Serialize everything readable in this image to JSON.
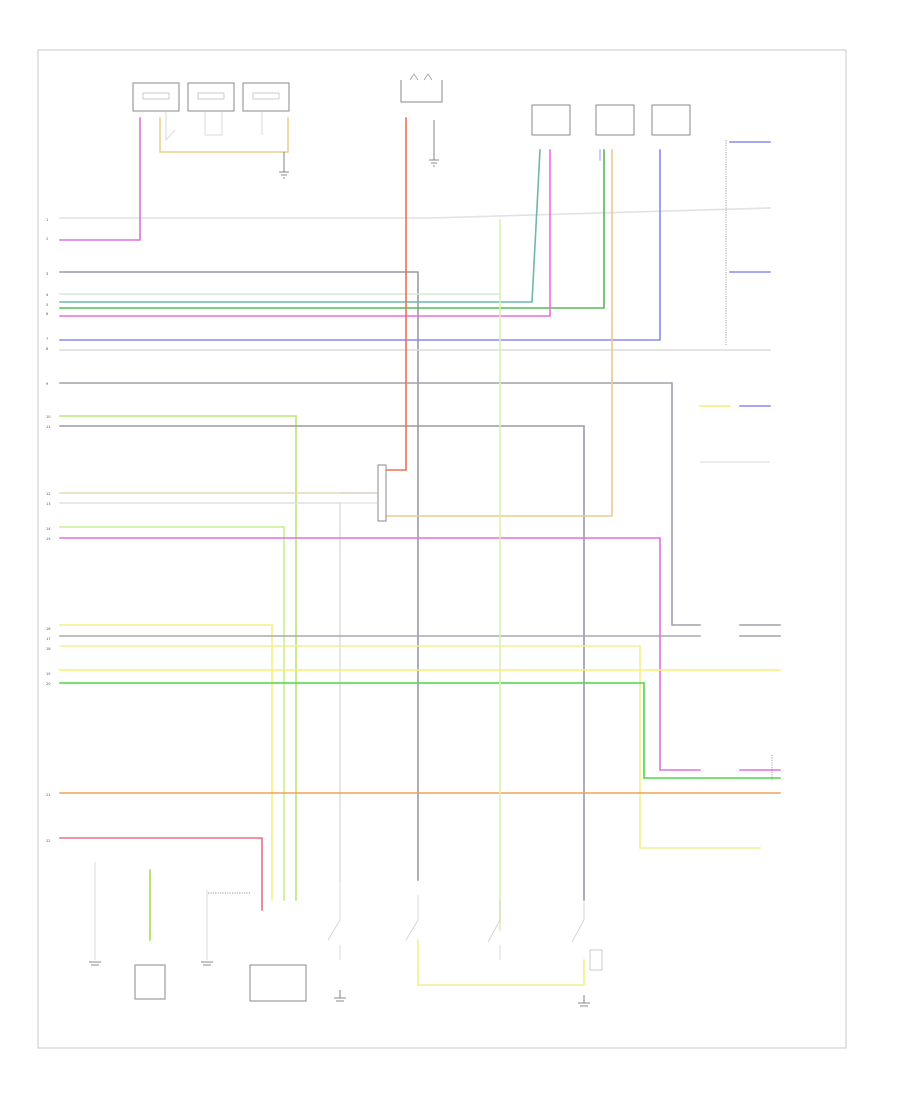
{
  "figure_code": "",
  "colors": {
    "violet": "#d873e0",
    "gray": "#9a9aa6",
    "dark_gray": "#8a8a95",
    "teal": "#6fb7a8",
    "green": "#58c258",
    "light_green": "#a8e05a",
    "pink": "#f06adf",
    "blue": "#8a8af0",
    "red": "#f07050",
    "orange": "#f4a050",
    "tan": "#f0c890",
    "yellow": "#f0f070",
    "red_pink": "#e07080",
    "light_gray": "#dcdcdc"
  },
  "components": {
    "top_left_modules": [
      {
        "id": "module-1",
        "label": ""
      },
      {
        "id": "module-2",
        "label": ""
      },
      {
        "id": "module-3",
        "label": ""
      }
    ],
    "top_center_module": {
      "label": ""
    },
    "top_right_modules": [
      {
        "id": "tr-module-1",
        "label": ""
      },
      {
        "id": "tr-module-2",
        "label": ""
      },
      {
        "id": "tr-module-3",
        "label": ""
      }
    ],
    "right_side_labels": [
      "",
      "",
      "",
      "",
      "",
      "",
      "",
      "",
      "",
      "",
      ""
    ],
    "bottom_modules": [
      {
        "id": "bottom-1",
        "label": ""
      },
      {
        "id": "bottom-2",
        "label": ""
      },
      {
        "id": "bottom-3",
        "label": ""
      },
      {
        "id": "bottom-4",
        "label": ""
      },
      {
        "id": "bottom-5",
        "label": ""
      },
      {
        "id": "bottom-6",
        "label": ""
      },
      {
        "id": "bottom-7",
        "label": ""
      },
      {
        "id": "bottom-8",
        "label": ""
      }
    ]
  }
}
